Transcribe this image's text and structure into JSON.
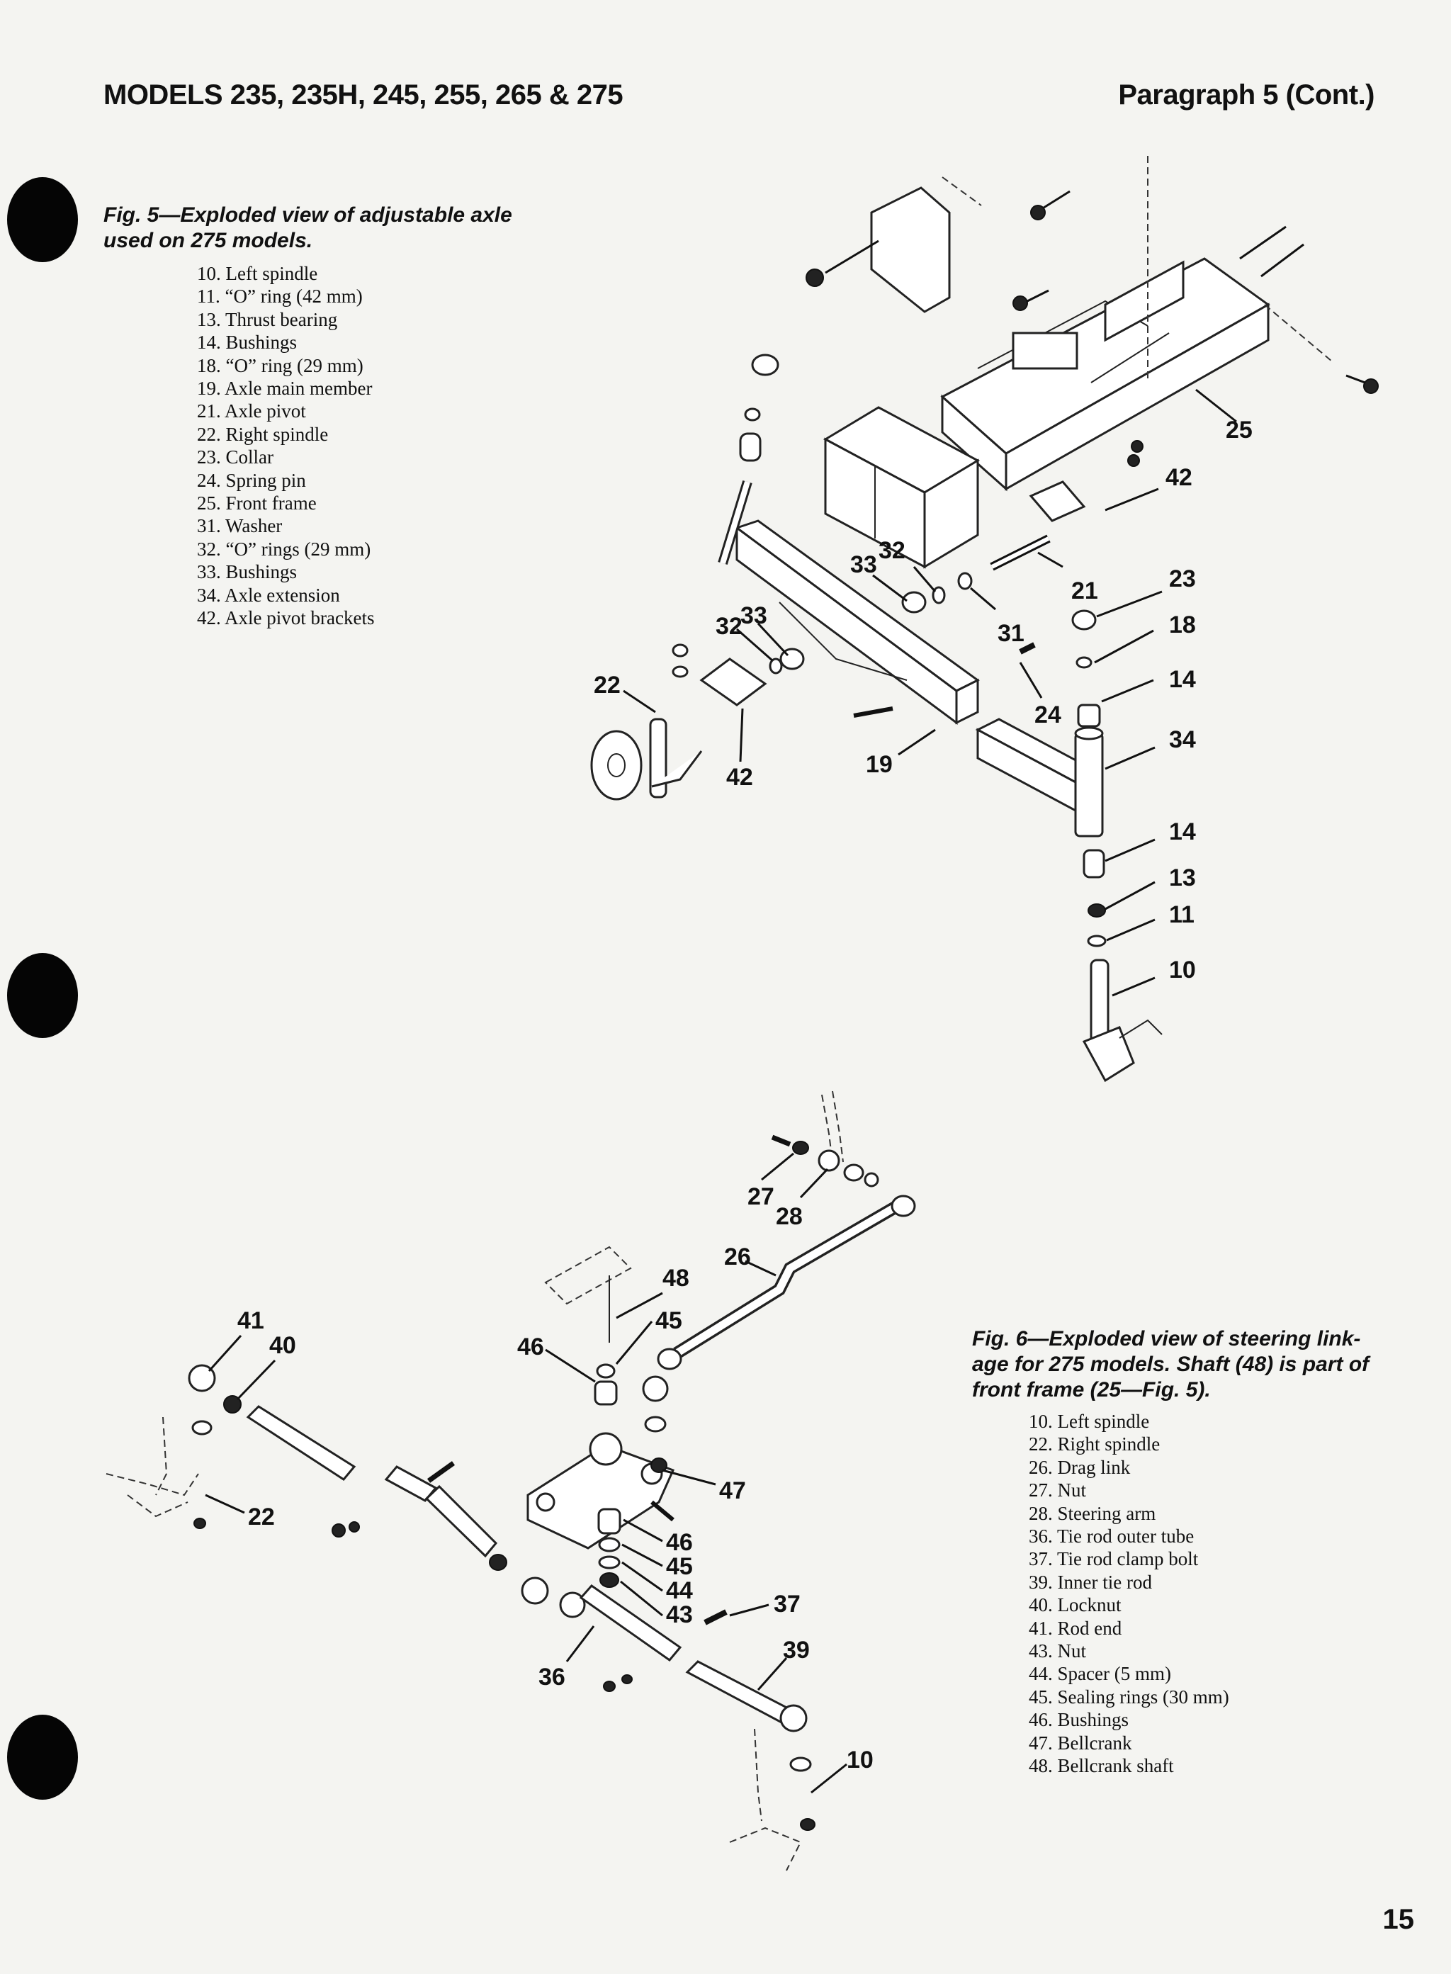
{
  "header": {
    "models": "MODELS 235, 235H, 245, 255, 265 & 275",
    "paragraph": "Paragraph 5 (Cont.)"
  },
  "figure5": {
    "caption_line1": "Fig. 5—Exploded view of adjustable axle",
    "caption_line2": "used on 275 models.",
    "legend": [
      "10. Left spindle",
      "11. “O” ring (42 mm)",
      "13. Thrust bearing",
      "14. Bushings",
      "18. “O” ring (29 mm)",
      "19. Axle main member",
      "21. Axle pivot",
      "22. Right spindle",
      "23. Collar",
      "24. Spring pin",
      "25. Front frame",
      "31. Washer",
      "32. “O” rings (29 mm)",
      "33. Bushings",
      "34. Axle extension",
      "42. Axle pivot brackets"
    ],
    "callouts": [
      "25",
      "42",
      "32",
      "33",
      "23",
      "21",
      "18",
      "31",
      "33",
      "32",
      "22",
      "14",
      "24",
      "42",
      "19",
      "34",
      "14",
      "13",
      "11",
      "10"
    ]
  },
  "figure6": {
    "caption_line1": "Fig. 6—Exploded view of steering link-",
    "caption_line2": "age for 275 models. Shaft (48) is part of",
    "caption_line3": "front frame (25—Fig. 5).",
    "legend": [
      "10. Left spindle",
      "22. Right spindle",
      "26. Drag link",
      "27. Nut",
      "28. Steering arm",
      "36. Tie rod outer tube",
      "37. Tie rod clamp bolt",
      "39. Inner tie rod",
      "40. Locknut",
      "41. Rod end",
      "43. Nut",
      "44. Spacer (5 mm)",
      "45. Sealing rings (30 mm)",
      "46. Bushings",
      "47. Bellcrank",
      "48. Bellcrank shaft"
    ],
    "callouts": [
      "27",
      "28",
      "26",
      "48",
      "45",
      "41",
      "40",
      "46",
      "47",
      "22",
      "46",
      "45",
      "44",
      "43",
      "37",
      "39",
      "36",
      "10"
    ]
  },
  "page_number": "15"
}
